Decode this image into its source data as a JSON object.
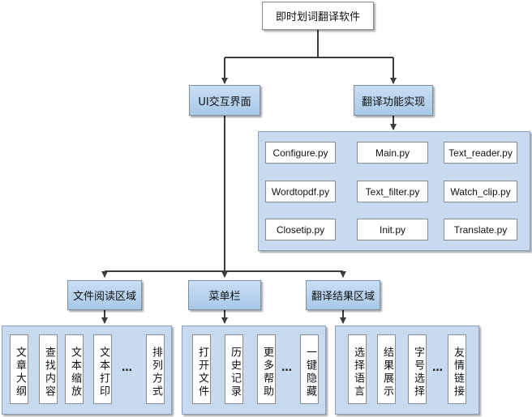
{
  "root": "即时划词翻译软件",
  "ui": {
    "label": "UI交互界面",
    "children": [
      {
        "label": "文件阅读区域",
        "items": [
          "文章大纲",
          "查找内容",
          "文本缩放",
          "文本打印",
          "排列方式"
        ],
        "ellipsis": "…"
      },
      {
        "label": "菜单栏",
        "items": [
          "打开文件",
          "历史记录",
          "更多帮助",
          "一键隐藏"
        ],
        "ellipsis": "…"
      },
      {
        "label": "翻译结果区域",
        "items": [
          "选择语言",
          "结果展示",
          "字号选择",
          "友情链接"
        ],
        "ellipsis": "…"
      }
    ]
  },
  "impl": {
    "label": "翻译功能实现",
    "files": [
      "Configure.py",
      "Main.py",
      "Text_reader.py",
      "Wordtopdf.py",
      "Text_filter.py",
      "Watch_clip.py",
      "Closetip.py",
      "Init.py",
      "Translate.py"
    ]
  },
  "colors": {
    "node_fill": "#b4d0ec",
    "panel_fill": "#c7daf0",
    "line": "#3c3c3c"
  }
}
